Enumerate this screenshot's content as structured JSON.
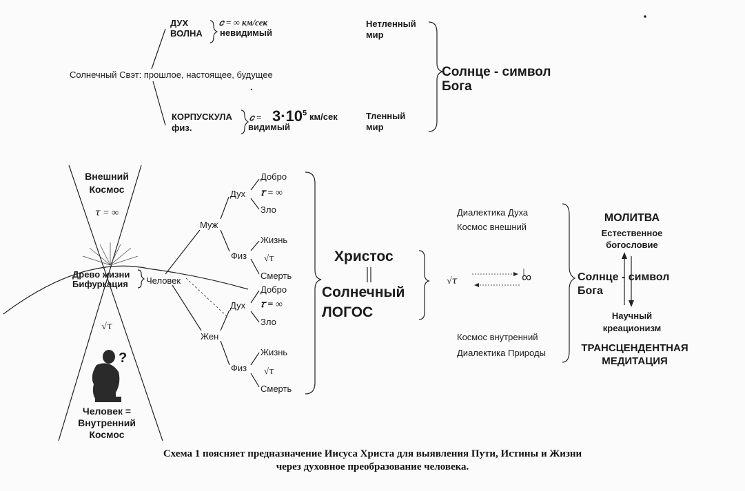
{
  "top": {
    "duh": "ДУХ",
    "volna": "ВОЛНА",
    "c_inf": "𝑐 = ∞ км/сек",
    "nevidimyi": "невидимый",
    "netlennyi_1": "Нетленный",
    "netlennyi_2": "мир",
    "solar_light": "Солнечный Свэт: прошлое, настоящее, будущее",
    "sun_symbol_1": "Солнце - символ",
    "sun_symbol_2": "Бога",
    "korpuskula": "КОРПУСКУЛА",
    "fiz": "физ.",
    "c_eq": "𝑐 =",
    "c_val_base": "3·10",
    "c_val_exp": "5",
    "c_val_unit": "км/сек",
    "vidimyi": "видимый",
    "tlennyi_1": "Тленный",
    "tlennyi_2": "мир"
  },
  "left": {
    "outer_1": "Внешний",
    "outer_2": "Космос",
    "tau_inf": "𝜏 = ∞",
    "tree_1": "Древо жизни",
    "tree_2": "Бифуркация",
    "sqrt_tau": "√𝜏",
    "person_1": "Человек =",
    "person_2": "Внутренний",
    "person_3": "Космос",
    "question": "?"
  },
  "tree": {
    "chelovek": "Человек",
    "muzh": "Муж",
    "zhen": "Жен",
    "duh": "Дух",
    "fiz": "Физ",
    "dobro": "Добро",
    "zlo": "Зло",
    "tau_inf": "𝜏 = ∞",
    "zhizn": "Жизнь",
    "smert": "Смерть",
    "sqrt_tau": "√𝜏"
  },
  "center": {
    "christ": "Христос",
    "parallel": "||",
    "solar_1": "Солнечный",
    "solar_2": "ЛОГОС",
    "sqrt_tau": "√𝜏",
    "inf": "∞"
  },
  "right": {
    "dial_spirit": "Диалектика Духа",
    "cosmos_outer": "Космос внешний",
    "cosmos_inner": "Космос внутренний",
    "dial_nature": "Диалектика Природы",
    "molitva": "МОЛИТВА",
    "nat_theo_1": "Естественное",
    "nat_theo_2": "богословие",
    "sun_1": "Солнце - символ",
    "sun_2": "Бога",
    "sci_1": "Научный",
    "sci_2": "креационизм",
    "trans_1": "ТРАНСЦЕНДЕНТНАЯ",
    "trans_2": "МЕДИТАЦИЯ"
  },
  "caption": {
    "line1": "Схема 1 поясняет предназначение Иисуса Христа для выявления Пути, Истины и Жизни",
    "line2": "через духовное преобразование человека."
  },
  "colors": {
    "ink": "#1a1a1a",
    "paper": "#fbfbfb"
  }
}
